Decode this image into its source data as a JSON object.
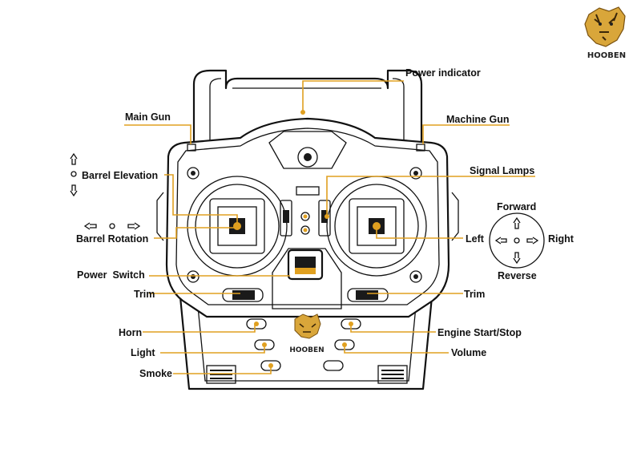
{
  "brand": {
    "name": "HOOBEN",
    "panel_name": "HOOBEN"
  },
  "colors": {
    "accent": "#e0a020",
    "outline": "#111111"
  },
  "icons": [
    "tiger-logo-icon",
    "arrow-up-icon",
    "arrow-down-icon",
    "arrow-left-icon",
    "arrow-right-icon"
  ],
  "labels": {
    "power_indicator": "Power indicator",
    "main_gun": "Main Gun",
    "machine_gun": "Machine Gun",
    "barrel_elevation": "Barrel Elevation",
    "signal_lamps": "Signal Lamps",
    "forward": "Forward",
    "left": "Left",
    "right": "Right",
    "reverse": "Reverse",
    "barrel_rotation": "Barrel Rotation",
    "power_switch": "Power  Switch",
    "trim_left": "Trim",
    "trim_right": "Trim",
    "horn": "Horn",
    "engine_start_stop": "Engine Start/Stop",
    "light": "Light",
    "volume": "Volume",
    "smoke": "Smoke"
  }
}
